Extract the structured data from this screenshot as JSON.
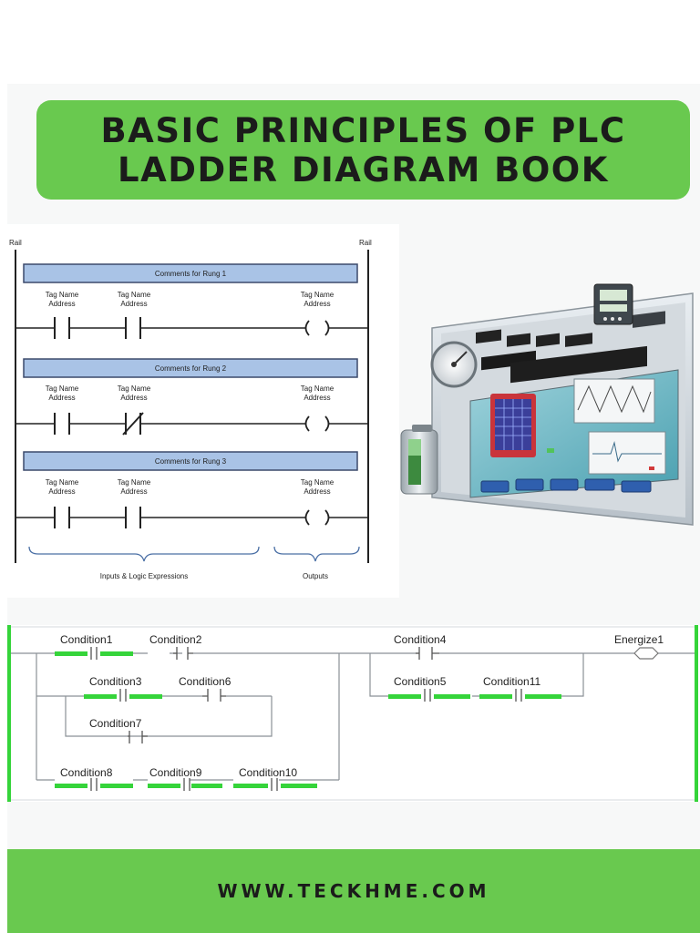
{
  "book": {
    "title_line1": "BASIC PRINCIPLES OF PLC",
    "title_line2": "LADDER DIAGRAM BOOK",
    "website": "WWW.TECKHME.COM"
  },
  "top_diagram": {
    "rail_left": "Rail",
    "rail_right": "Rail",
    "tag_line1": "Tag Name",
    "tag_line2": "Address",
    "rungs": [
      {
        "comment": "Comments for Rung 1",
        "second_contact": "no"
      },
      {
        "comment": "Comments for Rung 2",
        "second_contact": "nc"
      },
      {
        "comment": "Comments for Rung 3",
        "second_contact": "no"
      }
    ],
    "group_inputs": "Inputs & Logic Expressions",
    "group_outputs": "Outputs"
  },
  "bottom_diagram": {
    "conditions": {
      "c1": "Condition1",
      "c2": "Condition2",
      "c3": "Condition3",
      "c4": "Condition4",
      "c5": "Condition5",
      "c6": "Condition6",
      "c7": "Condition7",
      "c8": "Condition8",
      "c9": "Condition9",
      "c10": "Condition10",
      "c11": "Condition11"
    },
    "output": "Energize1"
  },
  "colors": {
    "brand_green": "#69c94f",
    "comment_bar": "#a9c3e6",
    "energized": "#35d43a"
  }
}
